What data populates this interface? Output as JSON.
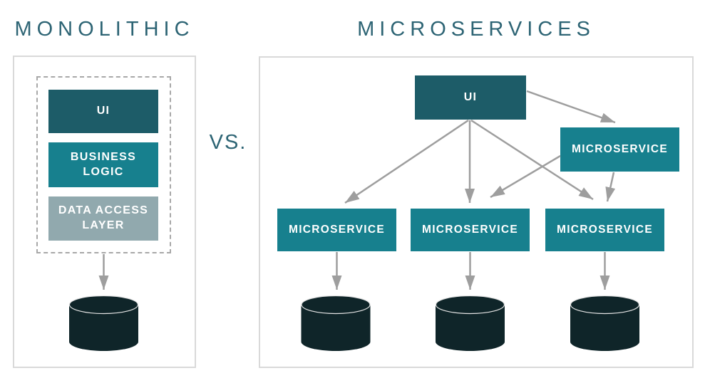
{
  "titles": {
    "left": "MONOLITHIC",
    "vs": "VS.",
    "right": "MICROSERVICES"
  },
  "monolithic": {
    "layers": [
      {
        "label": "UI"
      },
      {
        "label": "BUSINESS\nLOGIC"
      },
      {
        "label": "DATA ACCESS\nLAYER"
      }
    ],
    "database_icon": "database-cylinder"
  },
  "microservices": {
    "ui_label": "UI",
    "gateway_label": "MICROSERVICE",
    "services": [
      {
        "label": "MICROSERVICE"
      },
      {
        "label": "MICROSERVICE"
      },
      {
        "label": "MICROSERVICE"
      }
    ],
    "database_icons": [
      "database-cylinder",
      "database-cylinder",
      "database-cylinder"
    ]
  },
  "colors": {
    "dark_teal_box": "#1d5c68",
    "teal_box": "#17808e",
    "muted_teal_box": "#91a9ae",
    "title_text": "#2d6474",
    "arrow_gray": "#9e9e9e",
    "database_fill": "#0f2529",
    "database_highlight": "#e3e3e3",
    "panel_border": "#d9d9d9",
    "dashed_border": "#a8a8a8",
    "node_text": "#ffffff"
  }
}
